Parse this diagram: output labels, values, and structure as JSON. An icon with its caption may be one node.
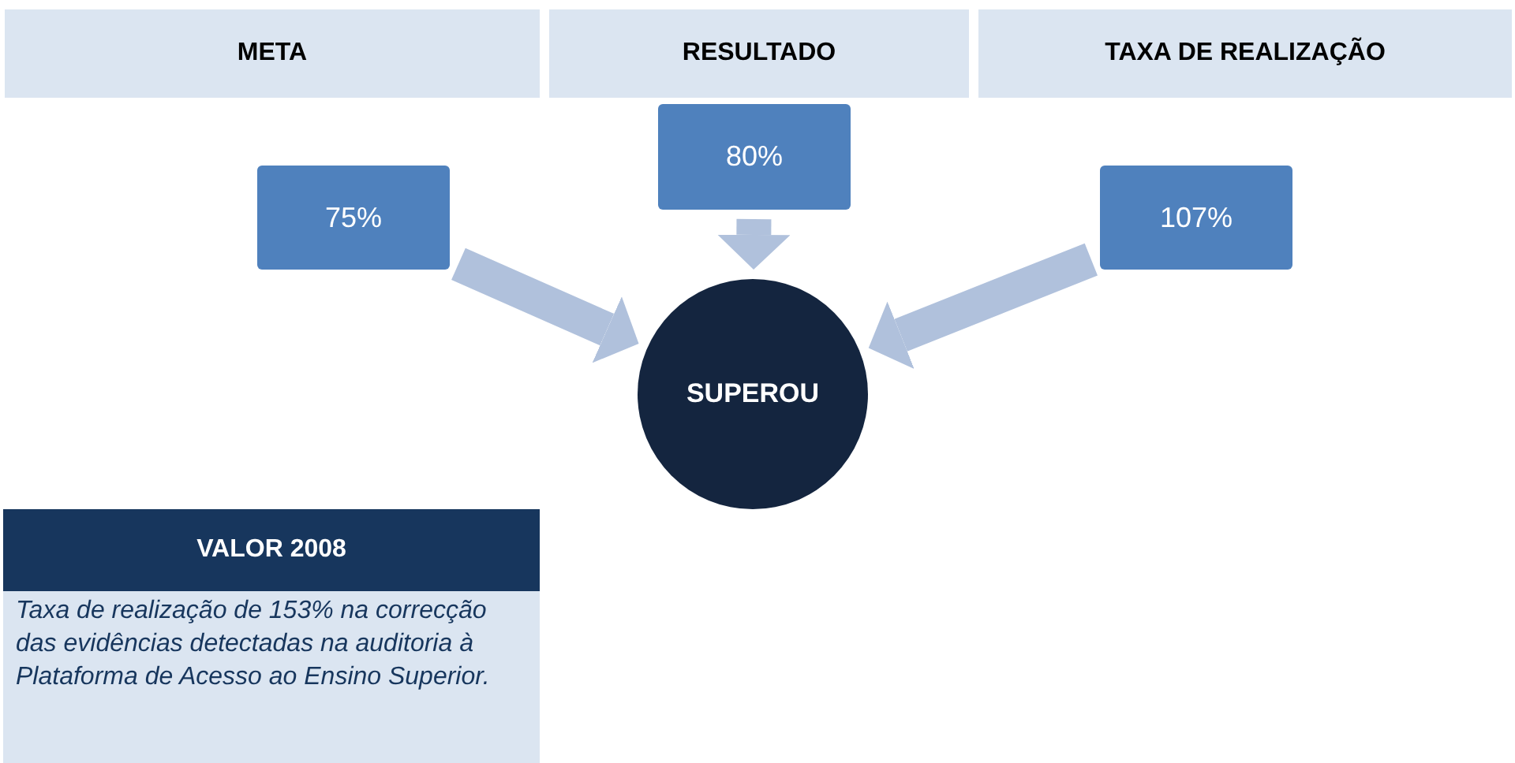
{
  "diagram": {
    "nodes": [
      {
        "text": [
          "META"
        ]
      },
      {
        "text": [
          "RESULTADO"
        ]
      },
      {
        "text": [
          "TAXA DE REALIZAÇÃO"
        ]
      },
      {
        "text": [
          "75%"
        ]
      },
      {
        "text": [
          "80%"
        ]
      },
      {
        "text": [
          "107%"
        ]
      },
      {
        "text": [
          "SUPEROU"
        ]
      },
      {
        "text": [
          "VALOR 2008",
          "Taxa de realização de 153% na correcção das evidências detectadas na auditoria à Plataforma de Acesso ao Ensino Superior."
        ]
      }
    ],
    "edges": [
      {
        "from": 3,
        "to": 6,
        "arrow": "to"
      },
      {
        "from": 4,
        "to": 6,
        "arrow": "to"
      },
      {
        "from": 5,
        "to": 6,
        "arrow": "to"
      }
    ]
  }
}
